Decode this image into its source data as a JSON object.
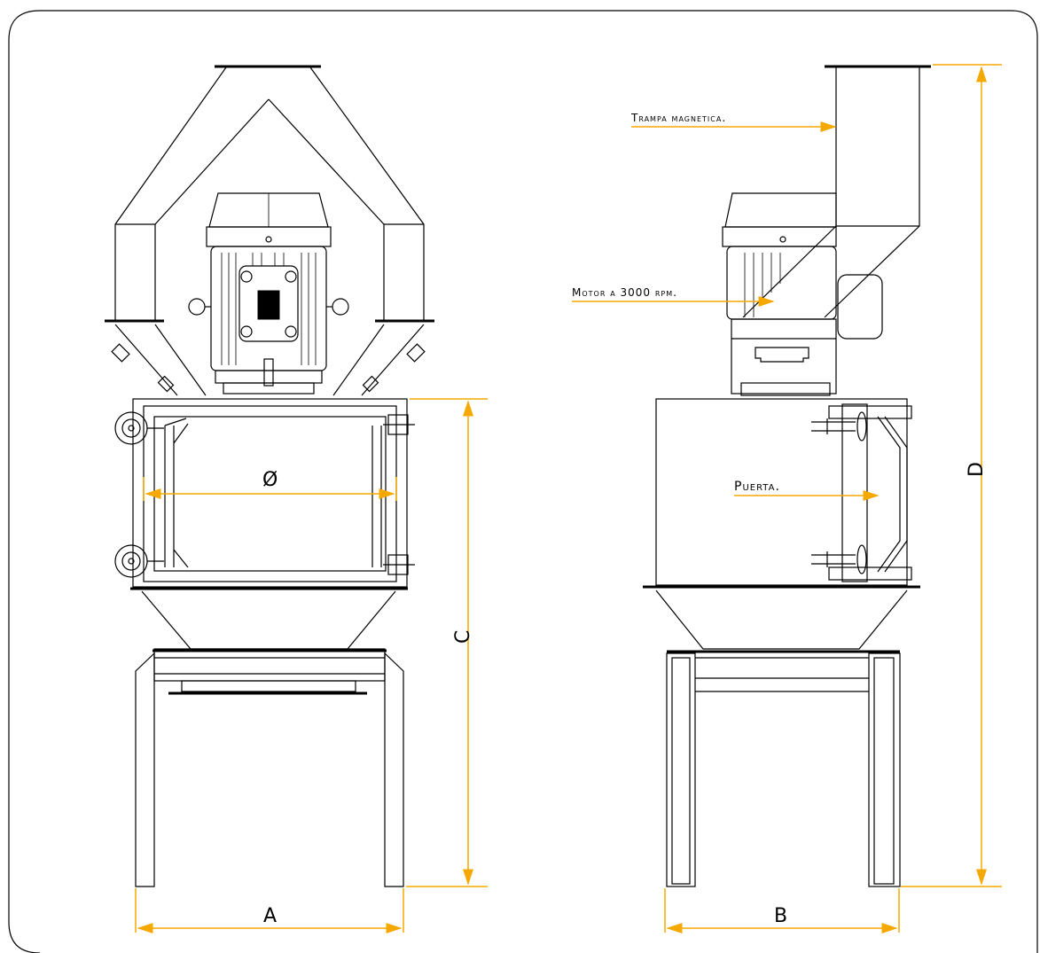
{
  "labels": {
    "trampa": "Trampa magnetica.",
    "motor": "Motor a 3000 rpm.",
    "puerta": "Puerta."
  },
  "dimensions": {
    "a": "A",
    "b": "B",
    "c": "C",
    "d": "D",
    "diameter": "Ø"
  },
  "colors": {
    "dimension": "#f5a800",
    "line": "#000000"
  }
}
